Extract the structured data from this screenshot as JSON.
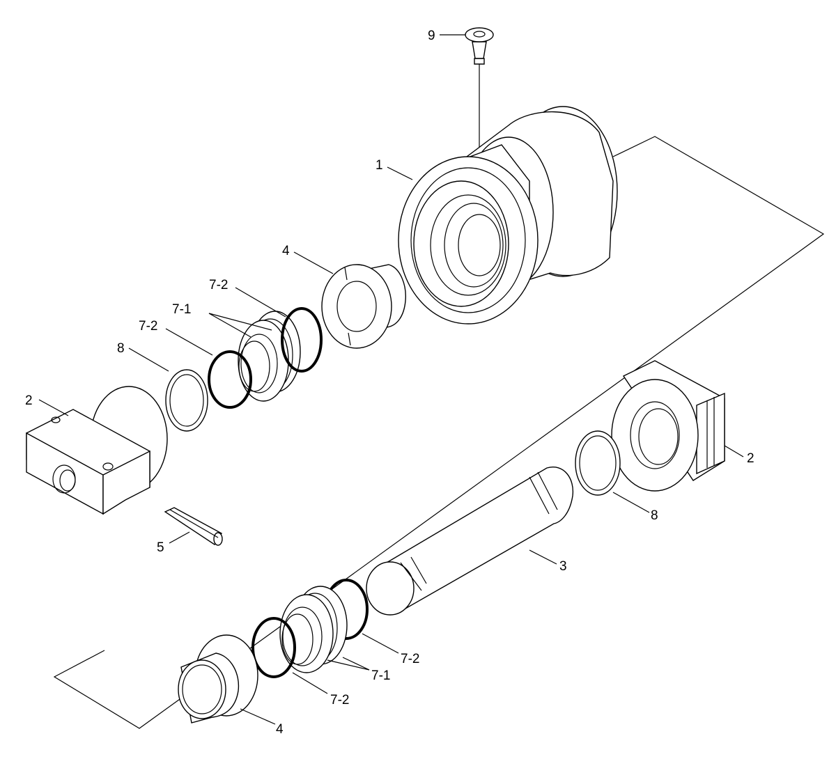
{
  "diagram": {
    "labels": {
      "l1": "1",
      "l2a": "2",
      "l2b": "2",
      "l3": "3",
      "l4a": "4",
      "l4b": "4",
      "l5": "5",
      "l71a": "7-1",
      "l71b": "7-1",
      "l72a": "7-2",
      "l72b": "7-2",
      "l72c": "7-2",
      "l72d": "7-2",
      "l8a": "8",
      "l8b": "8",
      "l9": "9"
    }
  }
}
